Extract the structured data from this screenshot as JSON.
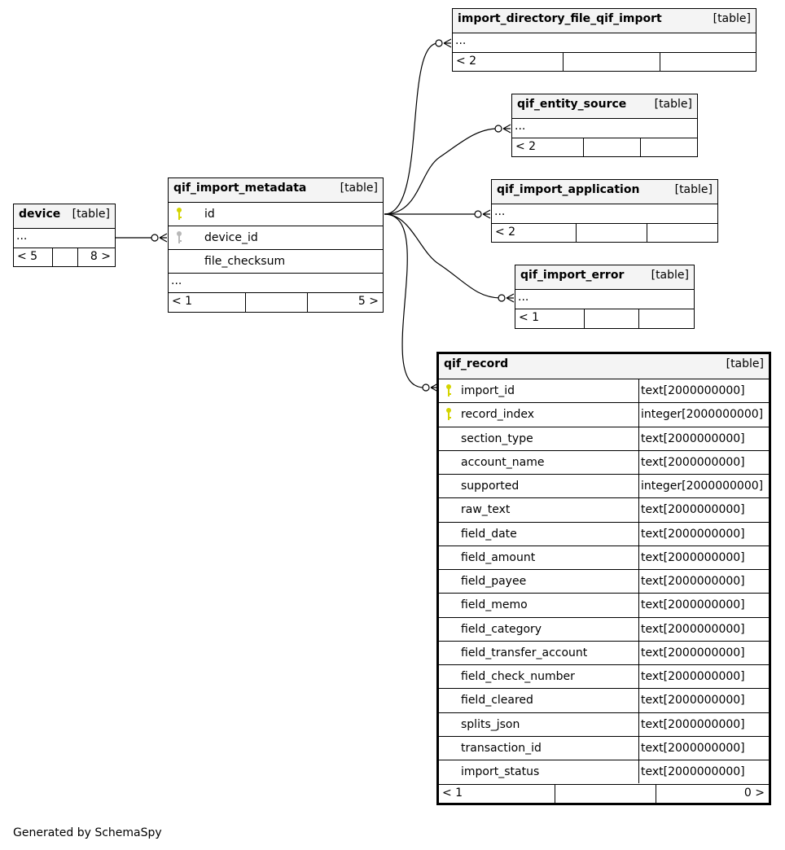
{
  "colors": {
    "primary_key": "#d4d400",
    "foreign_key": "#b8b8b8",
    "header_bg": "#f4f4f4"
  },
  "device": {
    "name": "device",
    "type": "[table]",
    "ellipsis": "...",
    "foot_left": "< 5",
    "foot_right": "8 >"
  },
  "qif_import_metadata": {
    "name": "qif_import_metadata",
    "type": "[table]",
    "columns": [
      {
        "name": "id",
        "icon": "primary-key-icon"
      },
      {
        "name": "device_id",
        "icon": "foreign-key-icon"
      },
      {
        "name": "file_checksum",
        "icon": ""
      }
    ],
    "ellipsis": "...",
    "foot_left": "< 1",
    "foot_right": "5 >"
  },
  "import_directory_file_qif_import": {
    "name": "import_directory_file_qif_import",
    "type": "[table]",
    "ellipsis": "...",
    "foot_left": "< 2"
  },
  "qif_entity_source": {
    "name": "qif_entity_source",
    "type": "[table]",
    "ellipsis": "...",
    "foot_left": "< 2"
  },
  "qif_import_application": {
    "name": "qif_import_application",
    "type": "[table]",
    "ellipsis": "...",
    "foot_left": "< 2"
  },
  "qif_import_error": {
    "name": "qif_import_error",
    "type": "[table]",
    "ellipsis": "...",
    "foot_left": "< 1"
  },
  "qif_record": {
    "name": "qif_record",
    "type": "[table]",
    "columns": [
      {
        "name": "import_id",
        "type": "text[2000000000]",
        "icon": "primary-key-icon"
      },
      {
        "name": "record_index",
        "type": "integer[2000000000]",
        "icon": "primary-key-icon"
      },
      {
        "name": "section_type",
        "type": "text[2000000000]",
        "icon": ""
      },
      {
        "name": "account_name",
        "type": "text[2000000000]",
        "icon": ""
      },
      {
        "name": "supported",
        "type": "integer[2000000000]",
        "icon": ""
      },
      {
        "name": "raw_text",
        "type": "text[2000000000]",
        "icon": ""
      },
      {
        "name": "field_date",
        "type": "text[2000000000]",
        "icon": ""
      },
      {
        "name": "field_amount",
        "type": "text[2000000000]",
        "icon": ""
      },
      {
        "name": "field_payee",
        "type": "text[2000000000]",
        "icon": ""
      },
      {
        "name": "field_memo",
        "type": "text[2000000000]",
        "icon": ""
      },
      {
        "name": "field_category",
        "type": "text[2000000000]",
        "icon": ""
      },
      {
        "name": "field_transfer_account",
        "type": "text[2000000000]",
        "icon": ""
      },
      {
        "name": "field_check_number",
        "type": "text[2000000000]",
        "icon": ""
      },
      {
        "name": "field_cleared",
        "type": "text[2000000000]",
        "icon": ""
      },
      {
        "name": "splits_json",
        "type": "text[2000000000]",
        "icon": ""
      },
      {
        "name": "transaction_id",
        "type": "text[2000000000]",
        "icon": ""
      },
      {
        "name": "import_status",
        "type": "text[2000000000]",
        "icon": ""
      }
    ],
    "foot_left": "< 1",
    "foot_right": "0 >"
  },
  "footer": {
    "text": "Generated by SchemaSpy"
  }
}
